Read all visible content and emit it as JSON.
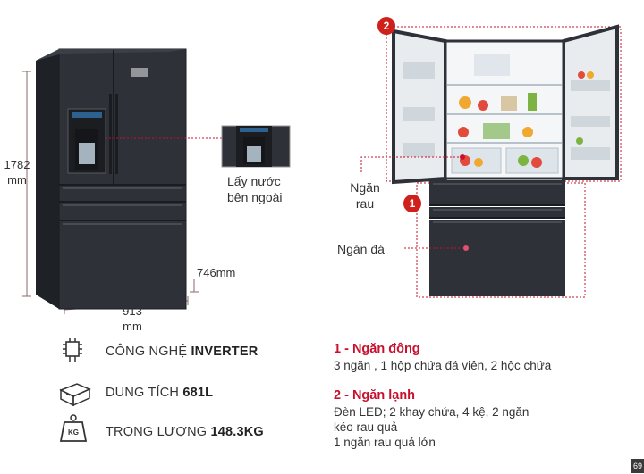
{
  "dimensions": {
    "height_value": "1782",
    "height_unit": "mm",
    "depth": "746mm",
    "width_value": "913",
    "width_unit": "mm"
  },
  "callouts": {
    "water_dispenser": [
      "Lấy nước",
      "bên ngoài"
    ],
    "vegetable_drawer": [
      "Ngăn",
      "rau"
    ],
    "ice_drawer": "Ngăn đá"
  },
  "badges": {
    "fridge": "2",
    "freezer": "1"
  },
  "features": [
    {
      "icon": "inverter-chip-icon",
      "label": "CÔNG NGHỆ ",
      "value": "INVERTER"
    },
    {
      "icon": "capacity-box-icon",
      "label": "DUNG TÍCH ",
      "value": "681L"
    },
    {
      "icon": "weight-kg-icon",
      "label": "TRỌNG LƯỢNG ",
      "value": "148.3KG",
      "badge": "KG"
    }
  ],
  "sections": [
    {
      "title": "1 - Ngăn đông",
      "lines": [
        "3 ngăn , 1 hộp chứa đá viên, 2 hộc chứa"
      ]
    },
    {
      "title": "2 - Ngăn lạnh",
      "lines": [
        "Đèn LED; 2 khay chứa, 4 kệ, 2 ngăn",
        "kéo rau quả",
        "1 ngăn rau quả lớn"
      ]
    }
  ],
  "corner_tag": "69",
  "colors": {
    "accent": "#c8102e",
    "appliance": "#2e3238"
  }
}
